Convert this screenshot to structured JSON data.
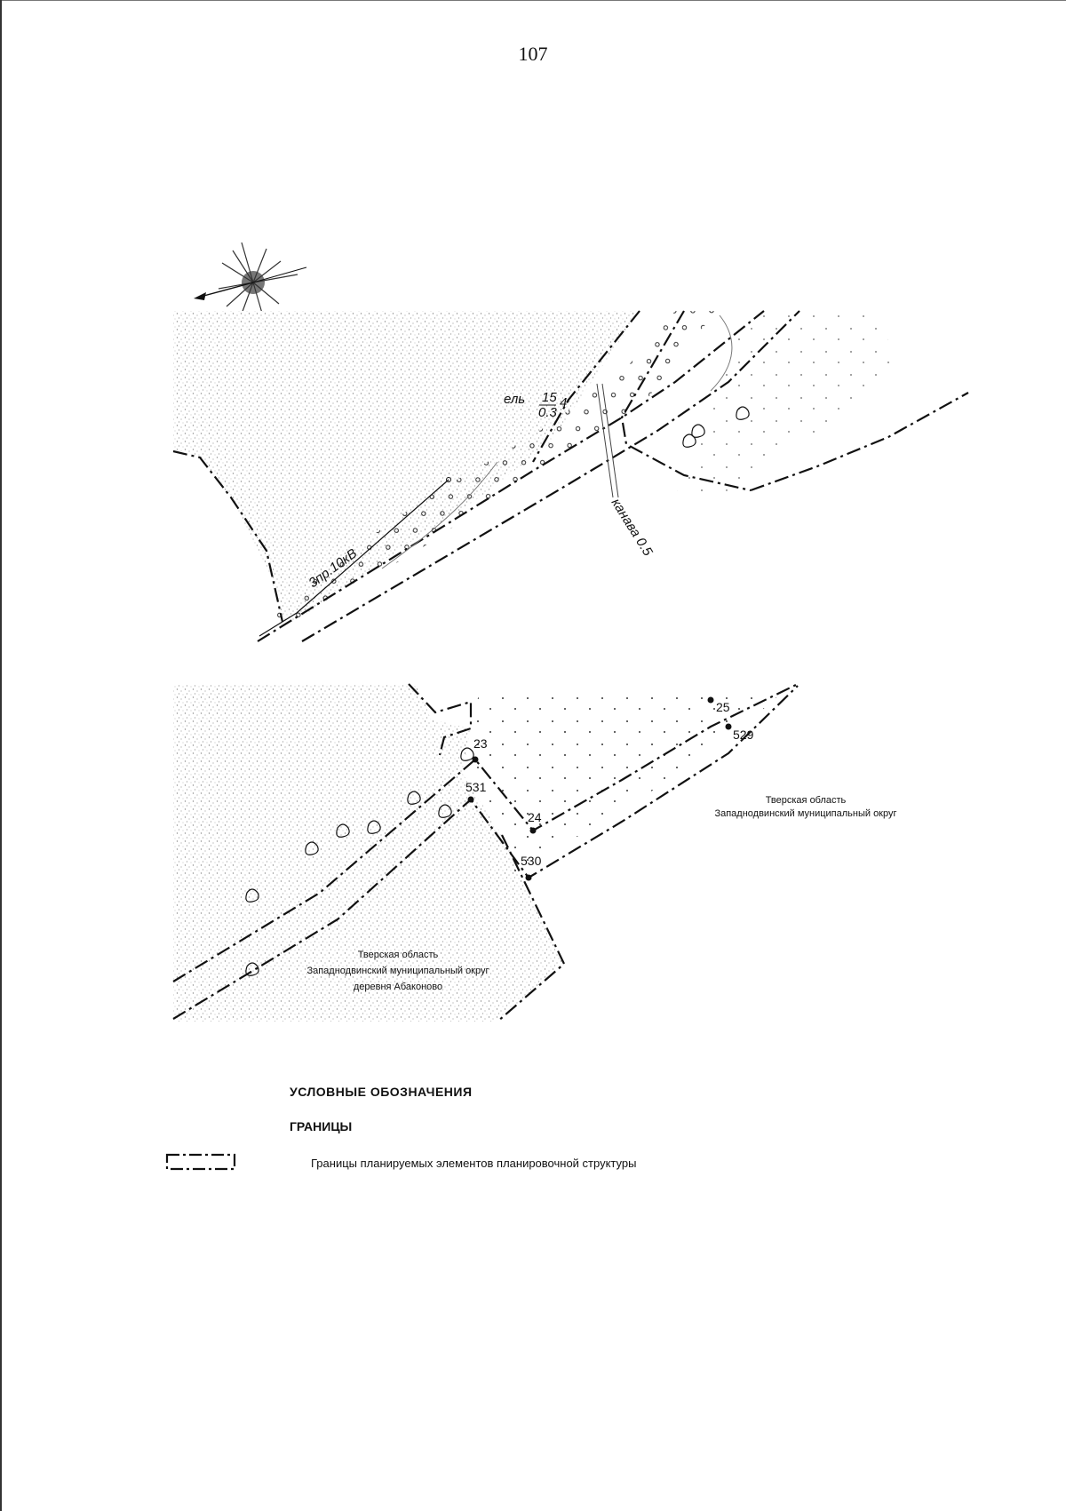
{
  "page": {
    "number": "107"
  },
  "map": {
    "labels": {
      "spruce": "ель",
      "spruce_height": "15",
      "spruce_diameter": "0.3",
      "spruce_count": "4",
      "ditch": "канава 0.5",
      "power_line": "3пр.10кВ",
      "region_right_1": "Тверская область",
      "region_right_2": "Западнодвинский муниципальный округ",
      "region_village_1": "Тверская область",
      "region_village_2": "Западнодвинский муниципальный округ",
      "region_village_3": "деревня Абаконово"
    },
    "points": [
      "23",
      "24",
      "25",
      "529",
      "530",
      "531"
    ]
  },
  "legend": {
    "title": "УСЛОВНЫЕ ОБОЗНАЧЕНИЯ",
    "section": "ГРАНИЦЫ",
    "items": [
      {
        "icon": "dash-dot-boundary",
        "label": "Границы планируемых элементов планировочной структуры"
      }
    ]
  },
  "colors": {
    "ink": "#111111",
    "stipple": "#9a9a9a",
    "paper": "#ffffff"
  }
}
